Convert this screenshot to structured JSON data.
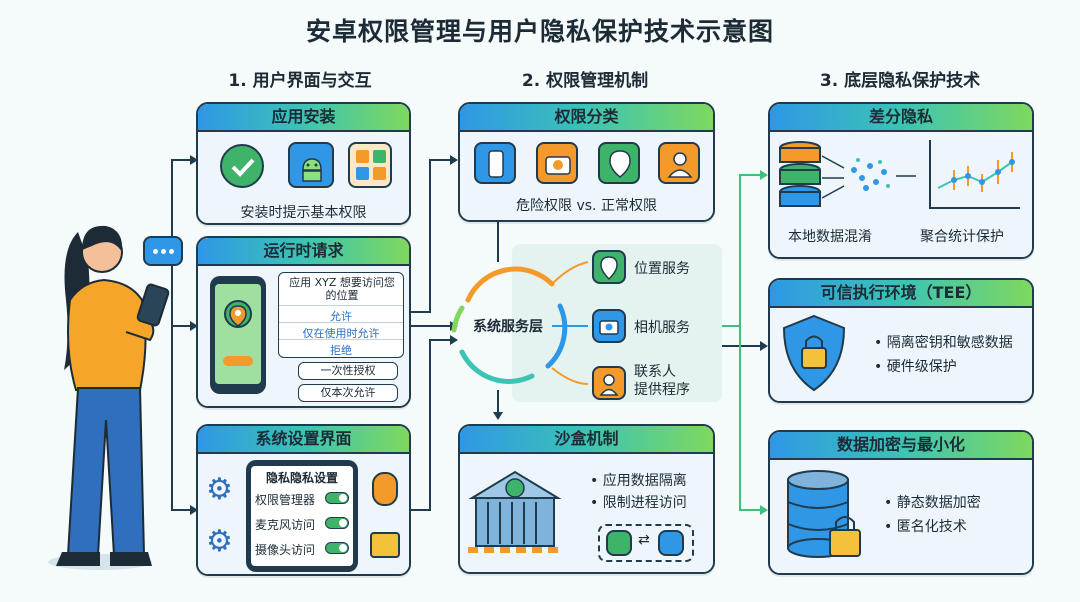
{
  "title": "安卓权限管理与用户隐私保护技术示意图",
  "columns": {
    "c1": "1. 用户界面与交互",
    "c2": "2. 权限管理机制",
    "c3": "3. 底层隐私保护技术"
  },
  "install": {
    "title": "应用安装",
    "caption": "安装时提示基本权限"
  },
  "runtime": {
    "title": "运行时请求",
    "prompt": "应用 XYZ 想要访问您的位置",
    "allow": "允许",
    "allow_in_use": "仅在使用时允许",
    "deny": "拒绝",
    "one_time": "一次性授权",
    "this_time": "仅本次允许"
  },
  "settings": {
    "title": "系统设置界面",
    "screen_title": "隐私隐私设置",
    "items": [
      "权限管理器",
      "麦克风访问",
      "摄像头访问"
    ]
  },
  "classify": {
    "title": "权限分类",
    "caption": "危险权限 vs. 正常权限"
  },
  "system_layer": "系统服务层",
  "services": [
    "位置服务",
    "相机服务",
    "联系人\n提供程序"
  ],
  "sandbox": {
    "title": "沙盒机制",
    "items": [
      "• 应用数据隔离",
      "• 限制进程访问"
    ]
  },
  "dp": {
    "title": "差分隐私",
    "left": "本地数据混淆",
    "right": "聚合统计保护"
  },
  "tee": {
    "title": "可信执行环境（TEE）",
    "items": [
      "• 隔离密钥和敏感数据",
      "• 硬件级保护"
    ]
  },
  "enc": {
    "title": "数据加密与最小化",
    "items": [
      "• 静态数据加密",
      "• 匿名化技术"
    ]
  },
  "colors": {
    "outline": "#1f3b4d",
    "accent_blue": "#2f97e6",
    "accent_teal": "#3bc4b4",
    "accent_green": "#7fd85e",
    "orange": "#f39a2b"
  },
  "icons": [
    "chat-bubble-icon",
    "check-icon",
    "android-icon",
    "app-grid-icon",
    "location-pin-icon",
    "phone-icon",
    "camera-icon",
    "contact-icon",
    "gear-icon",
    "microphone-icon",
    "padlock-icon",
    "shield-icon",
    "database-icon",
    "sandbox-building-icon"
  ]
}
